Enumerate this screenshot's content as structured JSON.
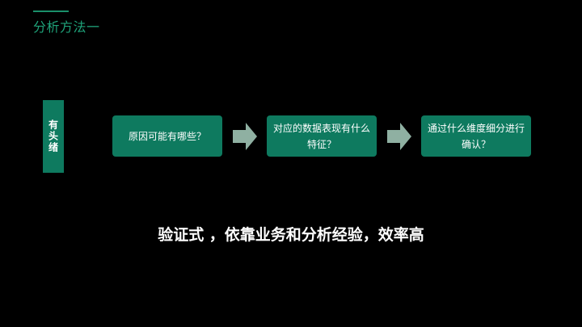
{
  "header": {
    "title": "分析方法一"
  },
  "side_tag": {
    "label": "有头绪"
  },
  "steps": [
    {
      "label": "原因可能有哪些？"
    },
    {
      "label": "对应的数据表现有什么特征？"
    },
    {
      "label": "通过什么维度细分进行确认？"
    }
  ],
  "summary": {
    "text": "验证式 ，依靠业务和分析经验，效率高"
  },
  "colors": {
    "accent": "#0e7a5f",
    "title": "#1fa37a",
    "arrow": "#8fb0a2",
    "background": "#000000"
  }
}
